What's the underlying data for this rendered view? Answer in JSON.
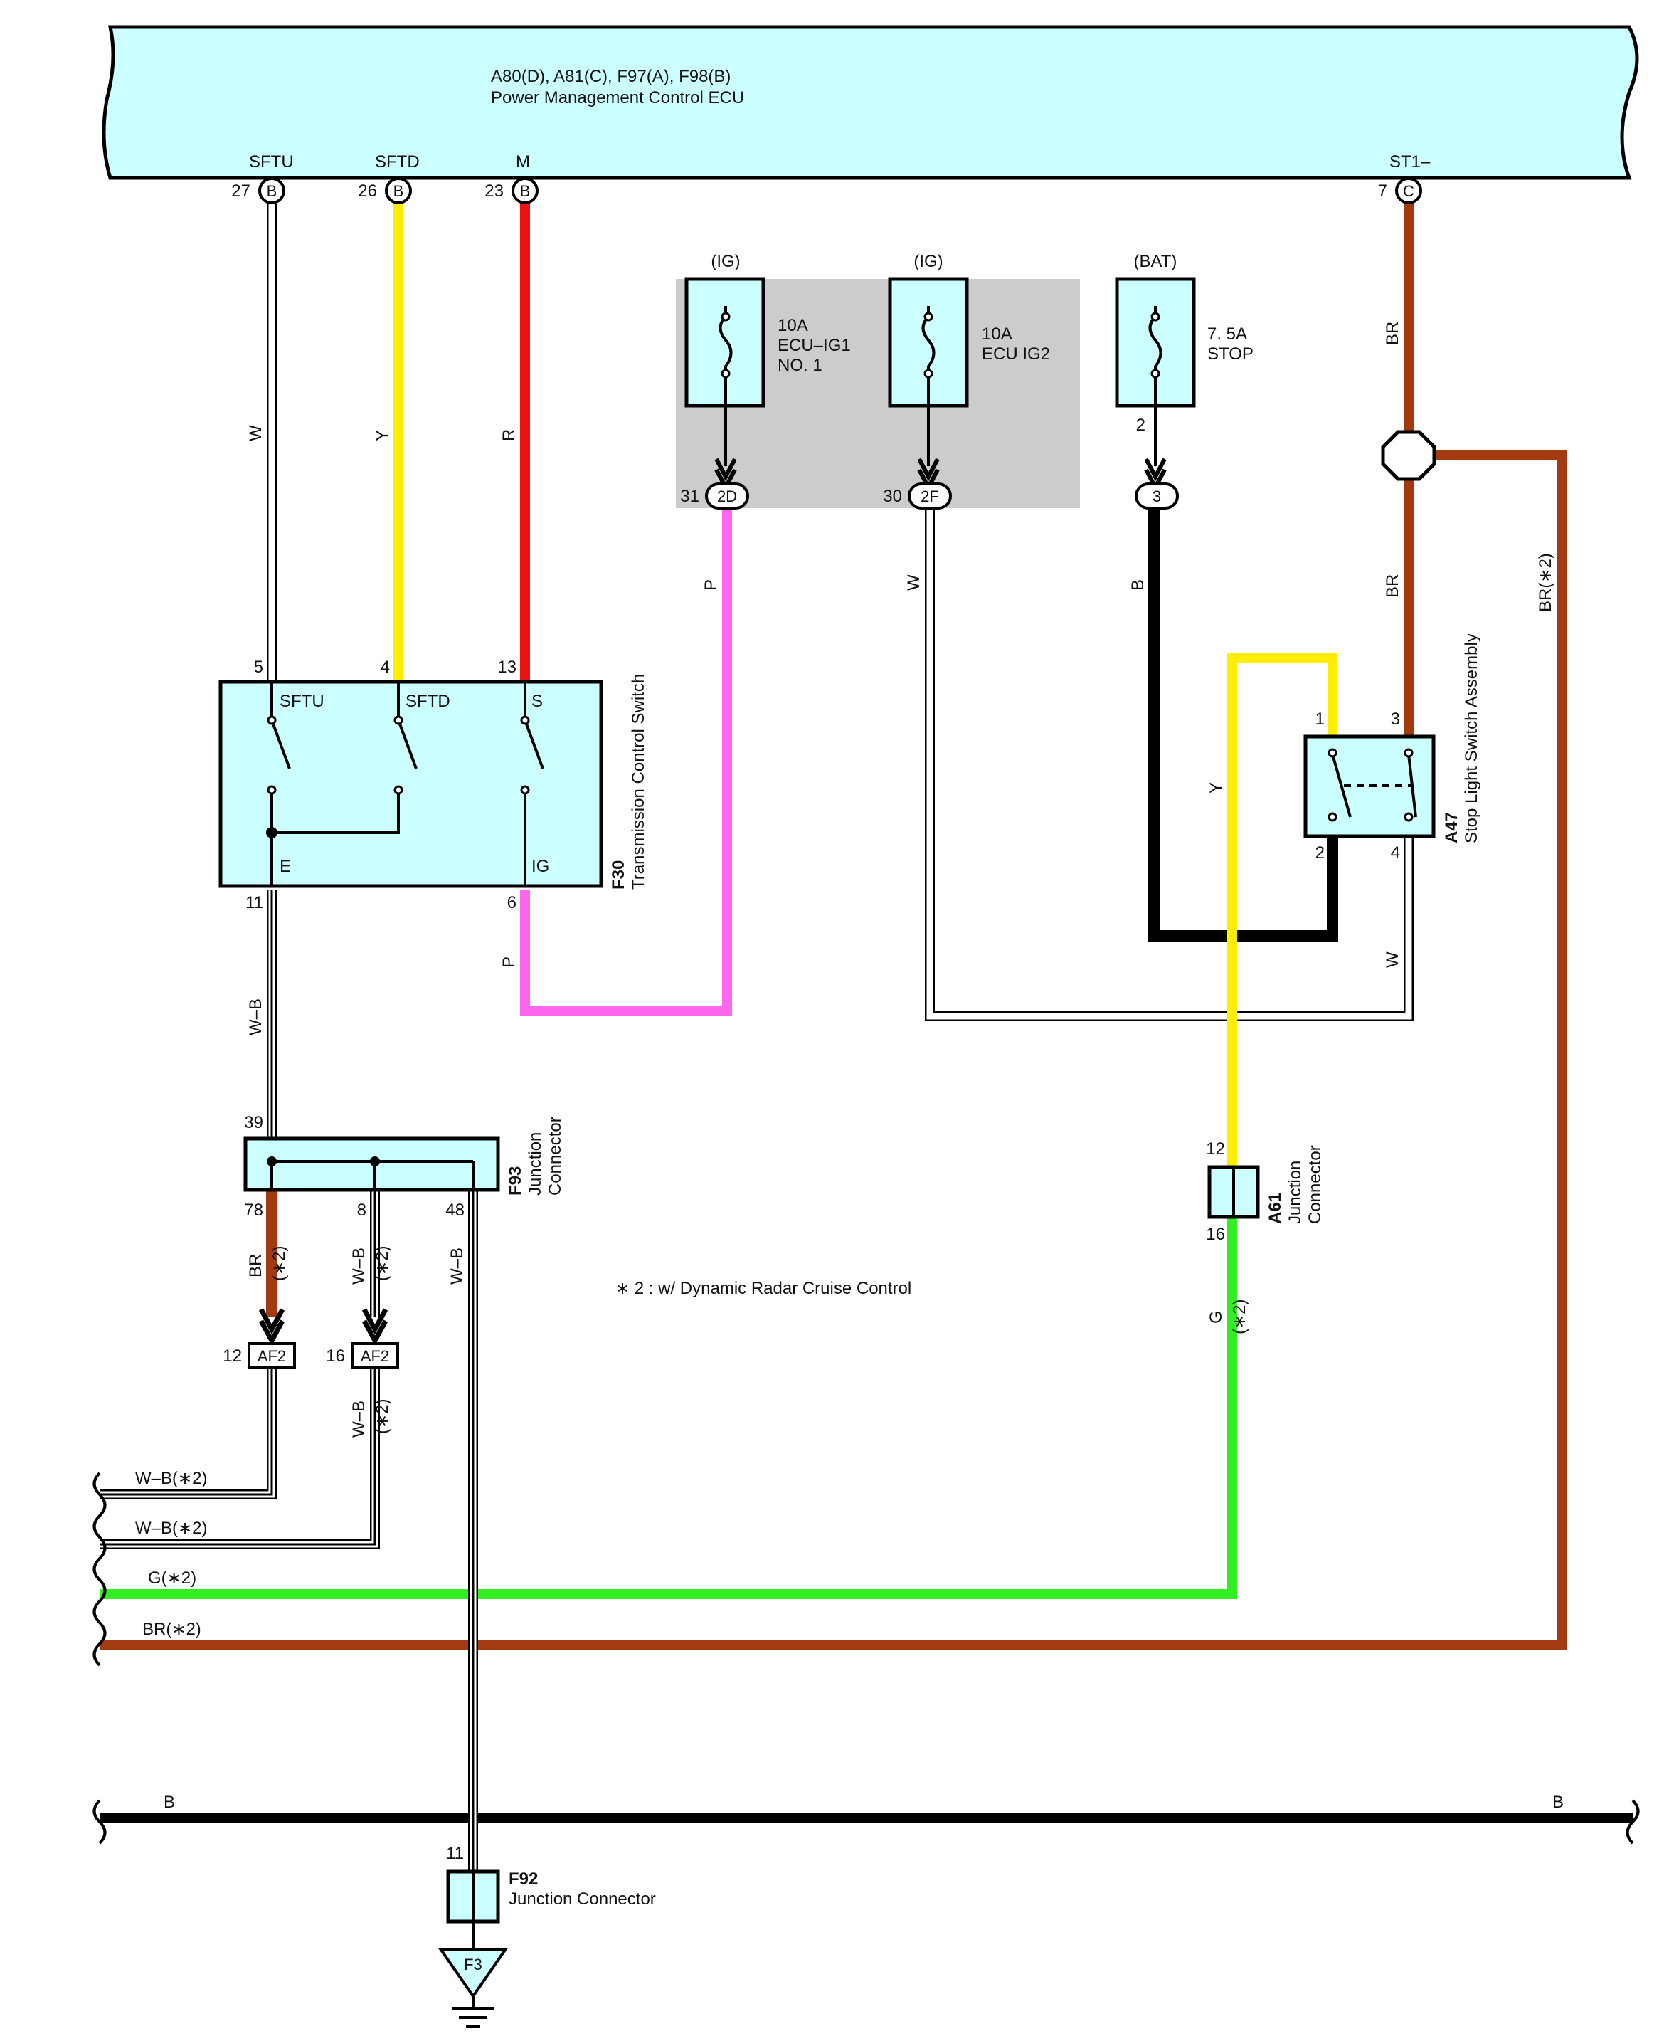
{
  "colors": {
    "box_fill": "#ccffff",
    "shade": "#cccccc",
    "W": "#ffffff",
    "Y": "#ffee00",
    "R": "#ee1111",
    "P": "#ff66ee",
    "B": "#000000",
    "BR": "#a33a10",
    "G": "#33ee22"
  },
  "ecu": {
    "code": "A80(D), A81(C), F97(A), F98(B)",
    "name": "Power Management Control ECU",
    "pins": [
      {
        "label": "SFTU",
        "num": "27",
        "conn": "B"
      },
      {
        "label": "SFTD",
        "num": "26",
        "conn": "B"
      },
      {
        "label": "M",
        "num": "23",
        "conn": "B"
      },
      {
        "label": "ST1–",
        "num": "7",
        "conn": "C"
      }
    ]
  },
  "fuses": [
    {
      "supply": "(IG)",
      "rating": "10A",
      "name1": "ECU–IG1",
      "name2": "NO. 1",
      "pin": "31",
      "conn": "2D"
    },
    {
      "supply": "(IG)",
      "rating": "10A",
      "name1": "ECU IG2",
      "name2": "",
      "pin": "30",
      "conn": "2F"
    },
    {
      "supply": "(BAT)",
      "rating": "7. 5A",
      "name1": "STOP",
      "name2": "",
      "pin": "2",
      "conn": "3"
    }
  ],
  "tcs": {
    "code": "F30",
    "name": "Transmission Control Switch",
    "pins": {
      "sftu": "5",
      "sftd": "4",
      "s": "13",
      "e": "11",
      "ig": "6"
    },
    "terminals": {
      "sftu": "SFTU",
      "sftd": "SFTD",
      "s": "S",
      "e": "E",
      "ig": "IG"
    }
  },
  "stop_switch": {
    "code": "A47",
    "name": "Stop Light Switch Assembly",
    "pins": {
      "p1": "1",
      "p2": "2",
      "p3": "3",
      "p4": "4"
    }
  },
  "f93": {
    "code": "F93",
    "name1": "Junction",
    "name2": "Connector",
    "pin_in": "39",
    "pin_a": "78",
    "pin_b": "8",
    "pin_c": "48"
  },
  "a61": {
    "code": "A61",
    "name1": "Junction",
    "name2": "Connector",
    "pin_top": "12",
    "pin_bot": "16"
  },
  "f92": {
    "code": "F92",
    "name": "Junction Connector",
    "pin": "11",
    "ground": "F3"
  },
  "af2": [
    {
      "pin": "12",
      "label": "AF2"
    },
    {
      "pin": "16",
      "label": "AF2"
    }
  ],
  "wires": {
    "W": "W",
    "Y": "Y",
    "R": "R",
    "P": "P",
    "B": "B",
    "BR": "BR",
    "WB": "W–B",
    "G": "G",
    "BR2": "BR(∗2)",
    "star2": "(∗2)",
    "WB2": "W–B(∗2)",
    "G2": "G(∗2)"
  },
  "note": "∗ 2 : w/ Dynamic Radar Cruise Control"
}
